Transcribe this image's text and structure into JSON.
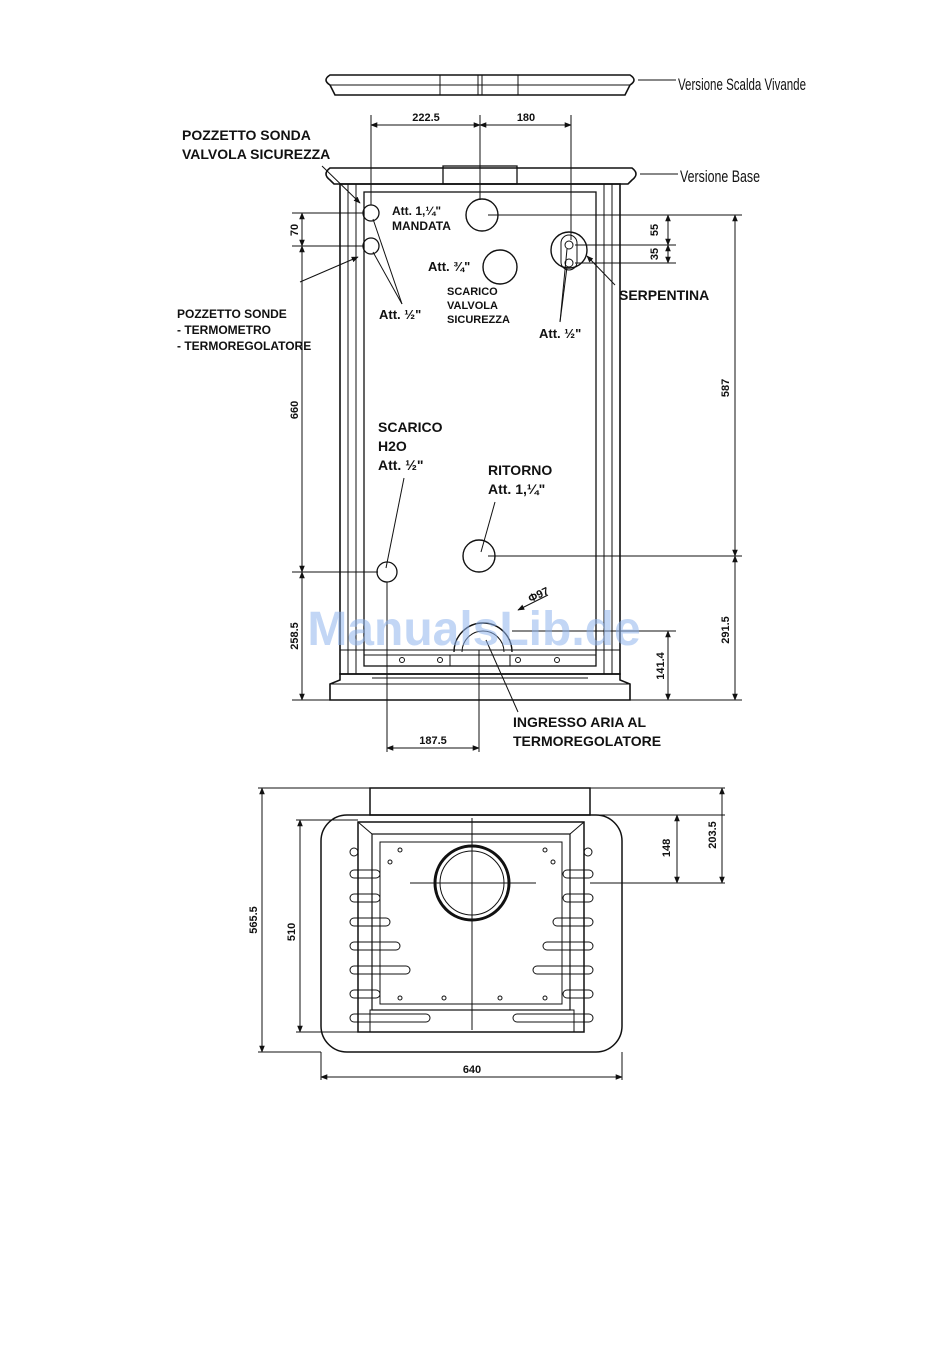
{
  "front_view": {
    "version_labels": {
      "scalda_vivande": "Versione Scalda Vivande",
      "base": "Versione Base"
    },
    "labels": {
      "pozzetto_sonda_1": "POZZETTO SONDA",
      "pozzetto_sonda_2": "VALVOLA SICUREZZA",
      "att_114_mandata_1": "Att. 1,¼\"",
      "att_114_mandata_2": "MANDATA",
      "att_34": "Att. ¾\"",
      "scarico_valvola_1": "SCARICO",
      "scarico_valvola_2": "VALVOLA",
      "scarico_valvola_3": "SICUREZZA",
      "att_12_left": "Att. ½\"",
      "att_12_right": "Att. ½\"",
      "serpentina": "SERPENTINA",
      "pozzetto_sonde_1": "POZZETTO SONDE",
      "pozzetto_sonde_2": "- TERMOMETRO",
      "pozzetto_sonde_3": "- TERMOREGOLATORE",
      "scarico_h2o_1": "SCARICO",
      "scarico_h2o_2": "H2O",
      "scarico_h2o_3": "Att. ½\"",
      "ritorno_1": "RITORNO",
      "ritorno_2": "Att. 1,¼\"",
      "ingresso_aria_1": "INGRESSO ARIA AL",
      "ingresso_aria_2": "TERMOREGOLATORE"
    },
    "dimensions": {
      "d_222_5": "222.5",
      "d_180": "180",
      "d_70": "70",
      "d_55": "55",
      "d_35": "35",
      "d_660": "660",
      "d_587": "587",
      "d_291_5": "291.5",
      "d_258_5": "258.5",
      "d_141_4": "141.4",
      "d_187_5": "187.5",
      "d_phi97": "Φ97"
    }
  },
  "top_view": {
    "dimensions": {
      "d_565_5": "565.5",
      "d_510": "510",
      "d_148": "148",
      "d_203_5": "203.5",
      "d_640": "640"
    }
  },
  "watermark": "ManualsLib.de"
}
